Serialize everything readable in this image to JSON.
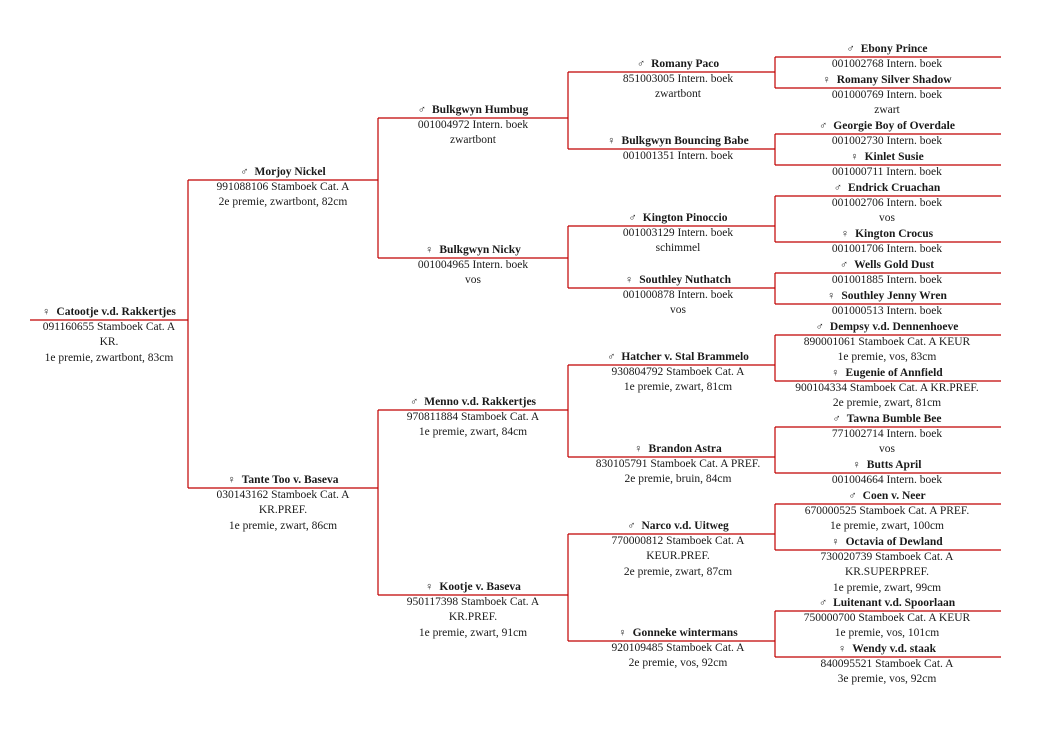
{
  "line_color": "#c00000",
  "symbols": {
    "male": "♂",
    "female": "♀"
  },
  "pedigree": [
    {
      "sex": "female",
      "name": "Catootje v.d. Rakkertjes",
      "lines": [
        "091160655 Stamboek Cat. A",
        "KR.",
        "1e premie, zwartbont, 83cm"
      ]
    },
    {
      "sex": "male",
      "name": "Morjoy Nickel",
      "lines": [
        "991088106 Stamboek Cat. A",
        "2e premie, zwartbont, 82cm"
      ]
    },
    {
      "sex": "female",
      "name": "Tante Too v. Baseva",
      "lines": [
        "030143162 Stamboek Cat. A",
        "KR.PREF.",
        "1e premie, zwart, 86cm"
      ]
    },
    {
      "sex": "male",
      "name": "Bulkgwyn Humbug",
      "lines": [
        "001004972 Intern. boek",
        "zwartbont"
      ]
    },
    {
      "sex": "female",
      "name": "Bulkgwyn Nicky",
      "lines": [
        "001004965 Intern. boek",
        "vos"
      ]
    },
    {
      "sex": "male",
      "name": "Menno v.d. Rakkertjes",
      "lines": [
        "970811884 Stamboek Cat. A",
        "1e premie, zwart, 84cm"
      ]
    },
    {
      "sex": "female",
      "name": "Kootje v. Baseva",
      "lines": [
        "950117398 Stamboek Cat. A",
        "KR.PREF.",
        "1e premie, zwart, 91cm"
      ]
    },
    {
      "sex": "male",
      "name": "Romany Paco",
      "lines": [
        "851003005 Intern. boek",
        "zwartbont"
      ]
    },
    {
      "sex": "female",
      "name": "Bulkgwyn Bouncing Babe",
      "lines": [
        "001001351 Intern. boek"
      ]
    },
    {
      "sex": "male",
      "name": "Kington Pinoccio",
      "lines": [
        "001003129 Intern. boek",
        "schimmel"
      ]
    },
    {
      "sex": "female",
      "name": "Southley Nuthatch",
      "lines": [
        "001000878 Intern. boek",
        "vos"
      ]
    },
    {
      "sex": "male",
      "name": "Hatcher v. Stal Brammelo",
      "lines": [
        "930804792 Stamboek Cat. A",
        "1e premie, zwart, 81cm"
      ]
    },
    {
      "sex": "female",
      "name": "Brandon Astra",
      "lines": [
        "830105791 Stamboek Cat. A PREF.",
        "2e premie, bruin, 84cm"
      ]
    },
    {
      "sex": "male",
      "name": "Narco v.d. Uitweg",
      "lines": [
        "770000812 Stamboek Cat. A",
        "KEUR.PREF.",
        "2e premie, zwart, 87cm"
      ]
    },
    {
      "sex": "female",
      "name": "Gonneke wintermans",
      "lines": [
        "920109485 Stamboek Cat. A",
        "2e premie, vos, 92cm"
      ]
    },
    {
      "sex": "male",
      "name": "Ebony Prince",
      "lines": [
        "001002768 Intern. boek"
      ]
    },
    {
      "sex": "female",
      "name": "Romany Silver Shadow",
      "lines": [
        "001000769 Intern. boek",
        "zwart"
      ]
    },
    {
      "sex": "male",
      "name": "Georgie Boy of Overdale",
      "lines": [
        "001002730 Intern. boek"
      ]
    },
    {
      "sex": "female",
      "name": "Kinlet Susie",
      "lines": [
        "001000711 Intern. boek"
      ]
    },
    {
      "sex": "male",
      "name": "Endrick Cruachan",
      "lines": [
        "001002706 Intern. boek",
        "vos"
      ]
    },
    {
      "sex": "female",
      "name": "Kington Crocus",
      "lines": [
        "001001706 Intern. boek"
      ]
    },
    {
      "sex": "male",
      "name": "Wells Gold Dust",
      "lines": [
        "001001885 Intern. boek"
      ]
    },
    {
      "sex": "female",
      "name": "Southley Jenny Wren",
      "lines": [
        "001000513 Intern. boek"
      ]
    },
    {
      "sex": "male",
      "name": "Dempsy v.d. Dennenhoeve",
      "lines": [
        "890001061 Stamboek Cat. A KEUR",
        "1e premie, vos, 83cm"
      ]
    },
    {
      "sex": "female",
      "name": "Eugenie of Annfield",
      "lines": [
        "900104334 Stamboek Cat. A KR.PREF.",
        "2e premie, zwart, 81cm"
      ]
    },
    {
      "sex": "male",
      "name": "Tawna Bumble Bee",
      "lines": [
        "771002714 Intern. boek",
        "vos"
      ]
    },
    {
      "sex": "female",
      "name": "Butts April",
      "lines": [
        "001004664 Intern. boek"
      ]
    },
    {
      "sex": "male",
      "name": "Coen v. Neer",
      "lines": [
        "670000525 Stamboek Cat. A PREF.",
        "1e premie, zwart, 100cm"
      ]
    },
    {
      "sex": "female",
      "name": "Octavia of Dewland",
      "lines": [
        "730020739 Stamboek Cat. A",
        "KR.SUPERPREF.",
        "1e premie, zwart, 99cm"
      ]
    },
    {
      "sex": "male",
      "name": "Luitenant v.d. Spoorlaan",
      "lines": [
        "750000700 Stamboek Cat. A KEUR",
        "1e premie, vos, 101cm"
      ]
    },
    {
      "sex": "female",
      "name": "Wendy v.d. staak",
      "lines": [
        "840095521 Stamboek Cat. A",
        "3e premie, vos, 92cm"
      ]
    }
  ]
}
